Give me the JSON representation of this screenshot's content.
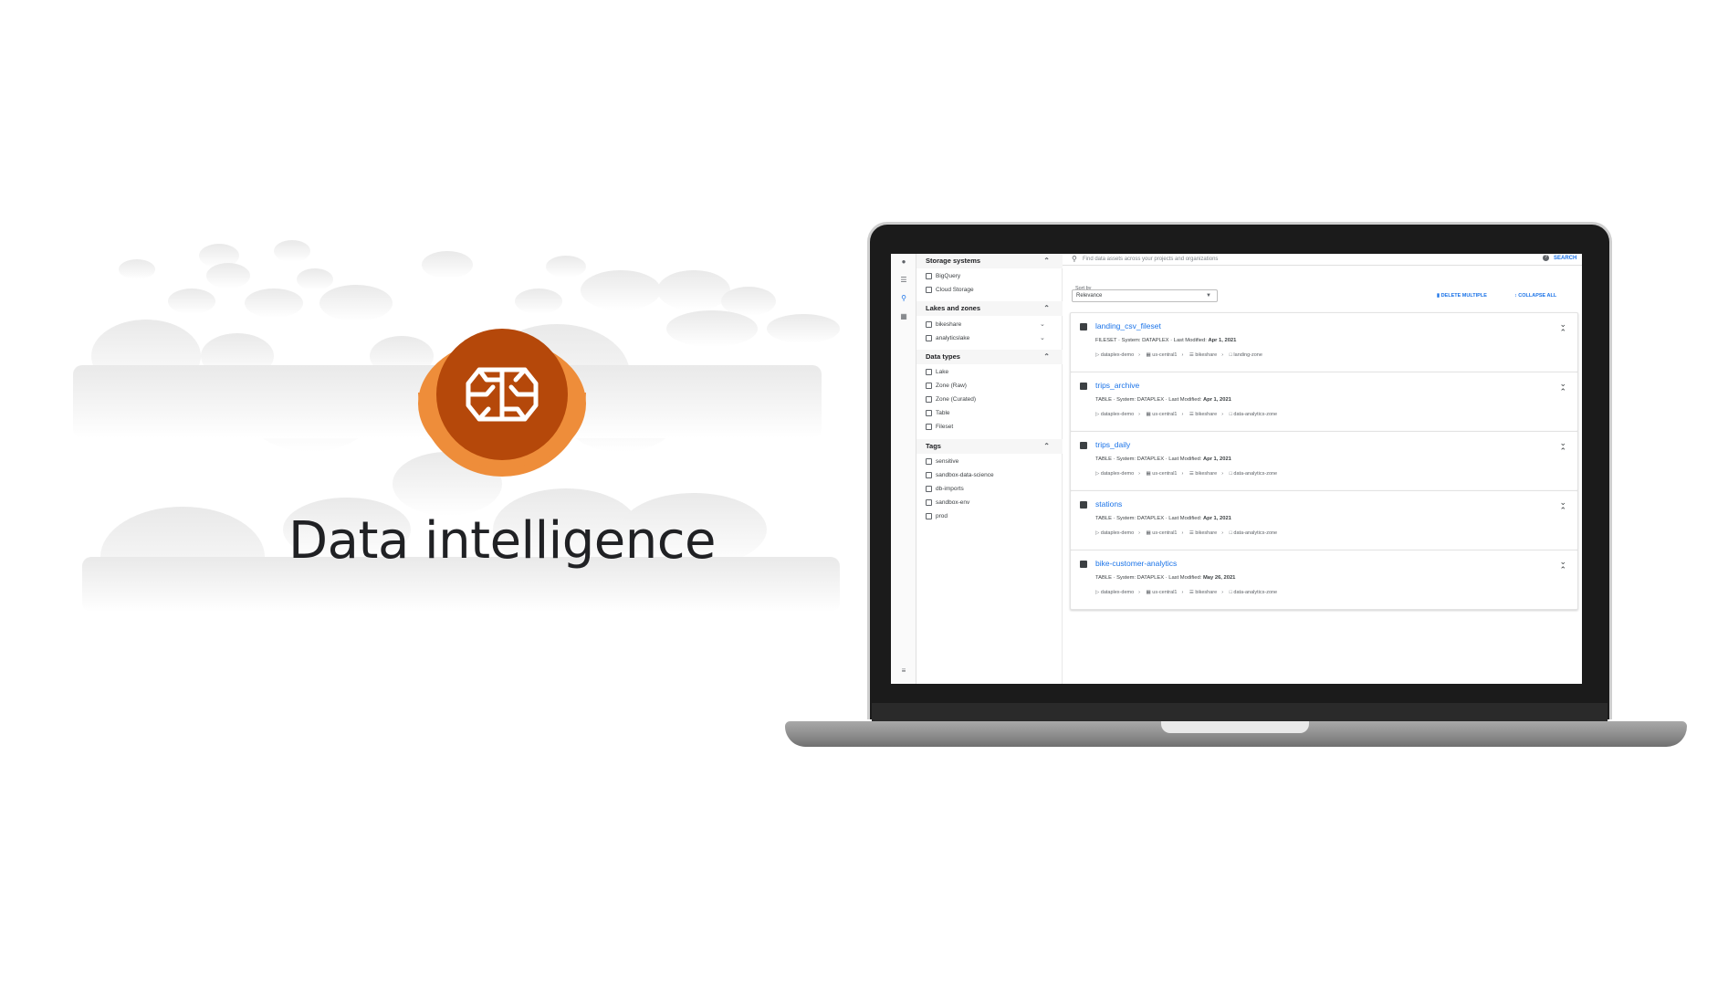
{
  "hero": {
    "title": "Data intelligence",
    "icon": "brain-icon",
    "colors": {
      "dark_orange": "#b5480a",
      "light_orange": "#ee8d3a"
    }
  },
  "app": {
    "rail_icons": [
      "person-icon",
      "list-icon",
      "search-icon",
      "grid-icon",
      "settings-icon"
    ],
    "filters": {
      "storage": {
        "title": "Storage systems",
        "items": [
          "BigQuery",
          "Cloud Storage"
        ]
      },
      "lakes": {
        "title": "Lakes and zones",
        "items": [
          "bikeshare",
          "analyticslake"
        ]
      },
      "types": {
        "title": "Data types",
        "items": [
          "Lake",
          "Zone (Raw)",
          "Zone (Curated)",
          "Table",
          "Fileset"
        ]
      },
      "tags": {
        "title": "Tags",
        "items": [
          "sensitive",
          "sandbox-data-science",
          "db-imports",
          "sandbox-env",
          "prod"
        ]
      }
    },
    "search": {
      "placeholder": "Find data assets across your projects and organizations",
      "button": "SEARCH"
    },
    "sort": {
      "label": "Sort by",
      "value": "Relevance"
    },
    "actions": {
      "delete": "DELETE MULTIPLE",
      "collapse": "COLLAPSE ALL"
    },
    "results": [
      {
        "title": "landing_csv_fileset",
        "type": "FILESET",
        "system": "System: DATAPLEX",
        "modified_label": "Last Modified:",
        "modified": "Apr 1, 2021",
        "path": [
          "dataplex-demo",
          "us-central1",
          "bikeshare",
          "landing-zone"
        ]
      },
      {
        "title": "trips_archive",
        "type": "TABLE",
        "system": "System: DATAPLEX",
        "modified_label": "Last Modified:",
        "modified": "Apr 1, 2021",
        "path": [
          "dataplex-demo",
          "us-central1",
          "bikeshare",
          "data-analytics-zone"
        ]
      },
      {
        "title": "trips_daily",
        "type": "TABLE",
        "system": "System: DATAPLEX",
        "modified_label": "Last Modified:",
        "modified": "Apr 1, 2021",
        "path": [
          "dataplex-demo",
          "us-central1",
          "bikeshare",
          "data-analytics-zone"
        ]
      },
      {
        "title": "stations",
        "type": "TABLE",
        "system": "System: DATAPLEX",
        "modified_label": "Last Modified:",
        "modified": "Apr 1, 2021",
        "path": [
          "dataplex-demo",
          "us-central1",
          "bikeshare",
          "data-analytics-zone"
        ]
      },
      {
        "title": "bike-customer-analytics",
        "type": "TABLE",
        "system": "System: DATAPLEX",
        "modified_label": "Last Modified:",
        "modified": "May 26, 2021",
        "path": [
          "dataplex-demo",
          "us-central1",
          "bikeshare",
          "data-analytics-zone"
        ]
      }
    ]
  }
}
